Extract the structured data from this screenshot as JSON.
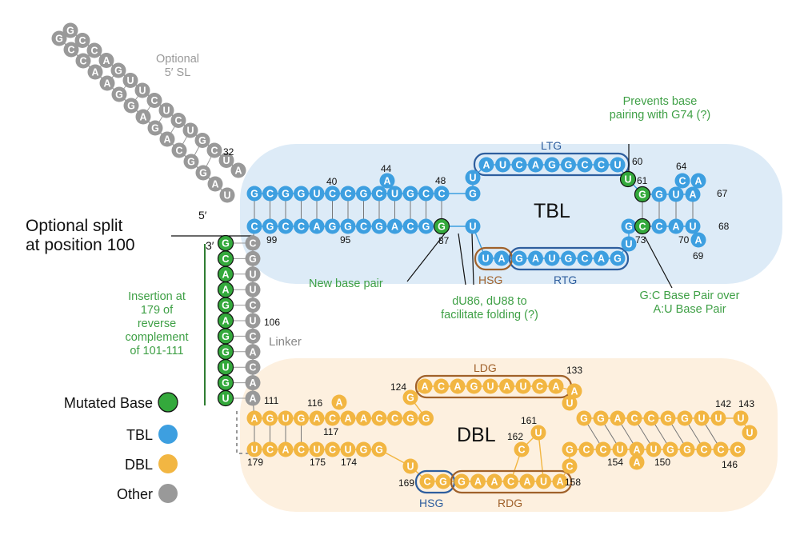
{
  "colors": {
    "tbl": "#3d9fe0",
    "dbl": "#f2b642",
    "other": "#999999",
    "mutated": "#34a93c",
    "annotation": "#3fa046",
    "guide_blue": "#2e5e9e",
    "guide_brown": "#a0612a",
    "tbl_bg": "#ddebf7",
    "dbl_bg": "#fdf0df"
  },
  "labels": {
    "optional_5sl": "Optional\n5′ SL",
    "five_prime": "5′",
    "three_prime": "3′",
    "optional_split": "Optional split\nat position 100",
    "insertion": "Insertion at\n179 of\nreverse\ncomplement\nof 101-111",
    "linker": "Linker",
    "tbl": "TBL",
    "dbl": "DBL",
    "ltg": "LTG",
    "rtg": "RTG",
    "hsg_top": "HSG",
    "ldg": "LDG",
    "rdg": "RDG",
    "hsg_bottom": "HSG",
    "new_base_pair": "New base pair",
    "du_note": "dU86, dU88 to\nfacilitate folding (?)",
    "prevents_note": "Prevents base\npairing with G74 (?)",
    "gc_note": "G:C Base Pair over\nA:U Base Pair"
  },
  "numbers": {
    "n32": "32",
    "n40": "40",
    "n44": "44",
    "n48": "48",
    "n60": "60",
    "n61": "61",
    "n64": "64",
    "n67": "67",
    "n68": "68",
    "n69": "69",
    "n70": "70",
    "n73": "73",
    "n87": "87",
    "n95": "95",
    "n99": "99",
    "n106": "106",
    "n111": "111",
    "n116": "116",
    "n117": "117",
    "n124": "124",
    "n133": "133",
    "n142": "142",
    "n143": "143",
    "n146": "146",
    "n150": "150",
    "n154": "154",
    "n158": "158",
    "n161": "161",
    "n162": "162",
    "n169": "169",
    "n174": "174",
    "n175": "175",
    "n179": "179"
  },
  "legend": [
    {
      "label": "Mutated Base",
      "kind": "mutated"
    },
    {
      "label": "TBL",
      "kind": "tbl"
    },
    {
      "label": "DBL",
      "kind": "dbl"
    },
    {
      "label": "Other",
      "kind": "other"
    }
  ],
  "sequences": {
    "sl_top": "GCCAGUUCUCUGCUA",
    "sl_bottom": "GCCAAGGAGACGGAU",
    "tbl_stem_top": "GCGGUCCGCUGCC",
    "tbl_stem_bottom": "CGCCAGGCGACGG",
    "tbl_bulge_44": "A",
    "tbl_ltg": "AUCAGGCCU",
    "tbl_u_left": "U",
    "tbl_g_left": "G",
    "tbl_u_87": "U",
    "tbl_hsg": "UA",
    "tbl_rtg": "GAUGCAG",
    "tbl_u_73": "U",
    "tbl_right_top": "UGGUA",
    "tbl_right_loop": "CA",
    "tbl_right_bottom": "GCCAU",
    "tbl_a69": "A",
    "linker_left": "GCAAGAGGUGU",
    "linker_right": "CGUUCUCACAA",
    "dbl_stem_top": "AGUGACAACCGG",
    "dbl_bulge_116": "A",
    "dbl_stem_bottom": "UCACUCUGG",
    "dbl_g124": "G",
    "dbl_ldg": "ACAGUAUCA",
    "dbl_a133": "A",
    "dbl_u": "U",
    "dbl_rhs_top": "GGACCGGUU",
    "dbl_rhs_loop": "UU",
    "dbl_rhs_bottom": "GCCUAUGGCCC",
    "dbl_a_bulge": "A",
    "dbl_c158": "C",
    "dbl_u169": "U",
    "dbl_hsg": "CG",
    "dbl_rdg": "GAACAUA",
    "dbl_c162": "C",
    "dbl_u161": "U"
  }
}
